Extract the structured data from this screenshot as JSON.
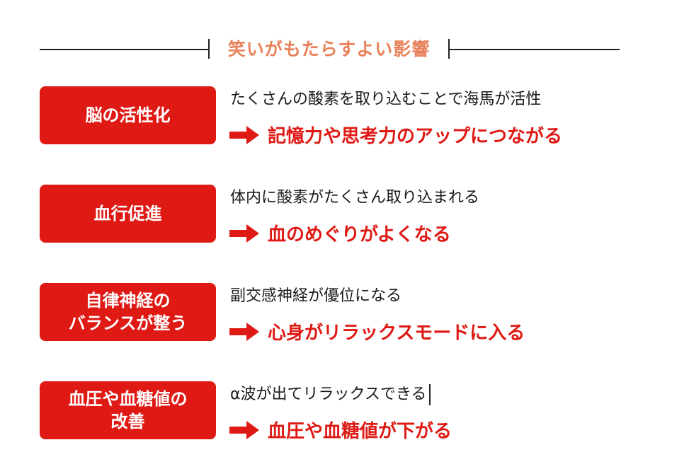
{
  "header": {
    "title": "笑いがもたらすよい影響"
  },
  "rows": [
    {
      "badge": [
        "脳の活性化"
      ],
      "description": "たくさんの酸素を取り込むことで海馬が活性",
      "result": "記憶力や思考力のアップにつながる"
    },
    {
      "badge": [
        "血行促進"
      ],
      "description": "体内に酸素がたくさん取り込まれる",
      "result": "血のめぐりがよくなる"
    },
    {
      "badge": [
        "自律神経の",
        "バランスが整う"
      ],
      "description": "副交感神経が優位になる",
      "result": "心身がリラックスモードに入る"
    },
    {
      "badge": [
        "血圧や血糖値の",
        "改善"
      ],
      "description": "α波が出てリラックスできる",
      "result": "血圧や血糖値が下がる"
    }
  ],
  "colors": {
    "accent_red": "#df1a15",
    "title_orange": "#e8825a",
    "text": "#1a1a1a"
  },
  "icons": {
    "result_arrow": "right-arrow-icon"
  }
}
